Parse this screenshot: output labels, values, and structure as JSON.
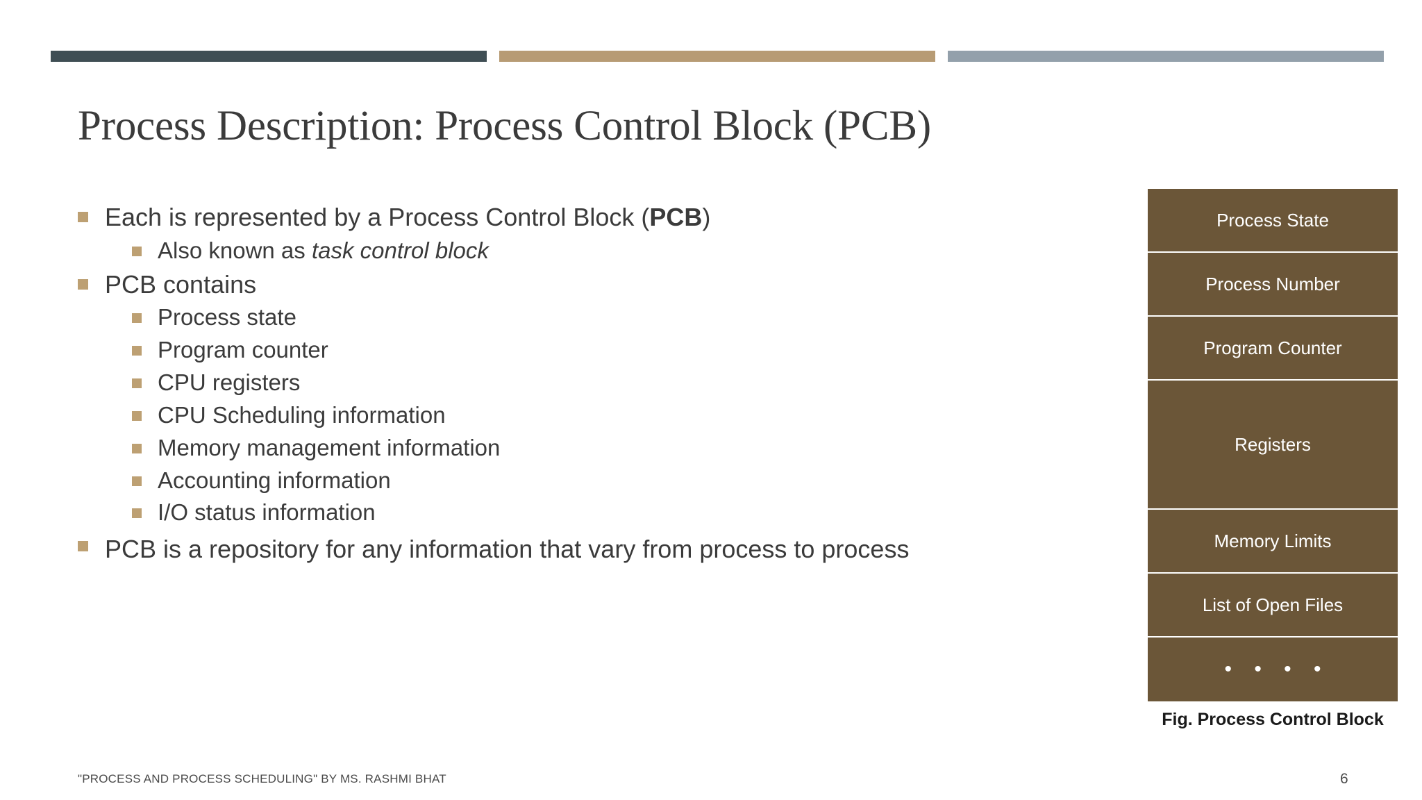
{
  "slide": {
    "title": "Process Description: Process Control Block (PCB)",
    "page_number": "6",
    "footer": "\"PROCESS AND PROCESS SCHEDULING\" BY MS. RASHMI BHAT"
  },
  "theme": {
    "bar_dark": "#3f4e54",
    "bar_tan": "#b79b74",
    "bar_gray": "#93a0ab",
    "bullet_marker": "#bda073",
    "pcb_fill": "#6b5638",
    "text": "#3b3b3b"
  },
  "bullets": [
    {
      "level": 1,
      "parts": [
        {
          "text": "Each is represented by a Process Control Block (",
          "style": "normal"
        },
        {
          "text": "PCB",
          "style": "bold"
        },
        {
          "text": ")",
          "style": "normal"
        }
      ]
    },
    {
      "level": 2,
      "parts": [
        {
          "text": "Also known as ",
          "style": "normal"
        },
        {
          "text": "task control block",
          "style": "italic"
        }
      ]
    },
    {
      "level": 1,
      "parts": [
        {
          "text": "PCB contains",
          "style": "normal"
        }
      ]
    },
    {
      "level": 2,
      "parts": [
        {
          "text": "Process state",
          "style": "normal"
        }
      ]
    },
    {
      "level": 2,
      "parts": [
        {
          "text": "Program counter",
          "style": "normal"
        }
      ]
    },
    {
      "level": 2,
      "parts": [
        {
          "text": "CPU registers",
          "style": "normal"
        }
      ]
    },
    {
      "level": 2,
      "parts": [
        {
          "text": "CPU Scheduling information",
          "style": "normal"
        }
      ]
    },
    {
      "level": 2,
      "parts": [
        {
          "text": "Memory management information",
          "style": "normal"
        }
      ]
    },
    {
      "level": 2,
      "parts": [
        {
          "text": "Accounting information",
          "style": "normal"
        }
      ]
    },
    {
      "level": 2,
      "parts": [
        {
          "text": "I/O status information",
          "style": "normal"
        }
      ]
    },
    {
      "level": 1,
      "wide": true,
      "parts": [
        {
          "text": "PCB is a repository for any information that vary from process to process",
          "style": "normal"
        }
      ]
    }
  ],
  "pcb_diagram": {
    "caption": "Fig. Process Control Block",
    "rows": [
      {
        "label": "Process State",
        "size": "small"
      },
      {
        "label": "Process Number",
        "size": "small"
      },
      {
        "label": "Program Counter",
        "size": "small"
      },
      {
        "label": "Registers",
        "size": "big"
      },
      {
        "label": "Memory Limits",
        "size": "small"
      },
      {
        "label": "List of Open Files",
        "size": "small"
      },
      {
        "label": "• • • •",
        "size": "small",
        "dots": true
      }
    ]
  }
}
